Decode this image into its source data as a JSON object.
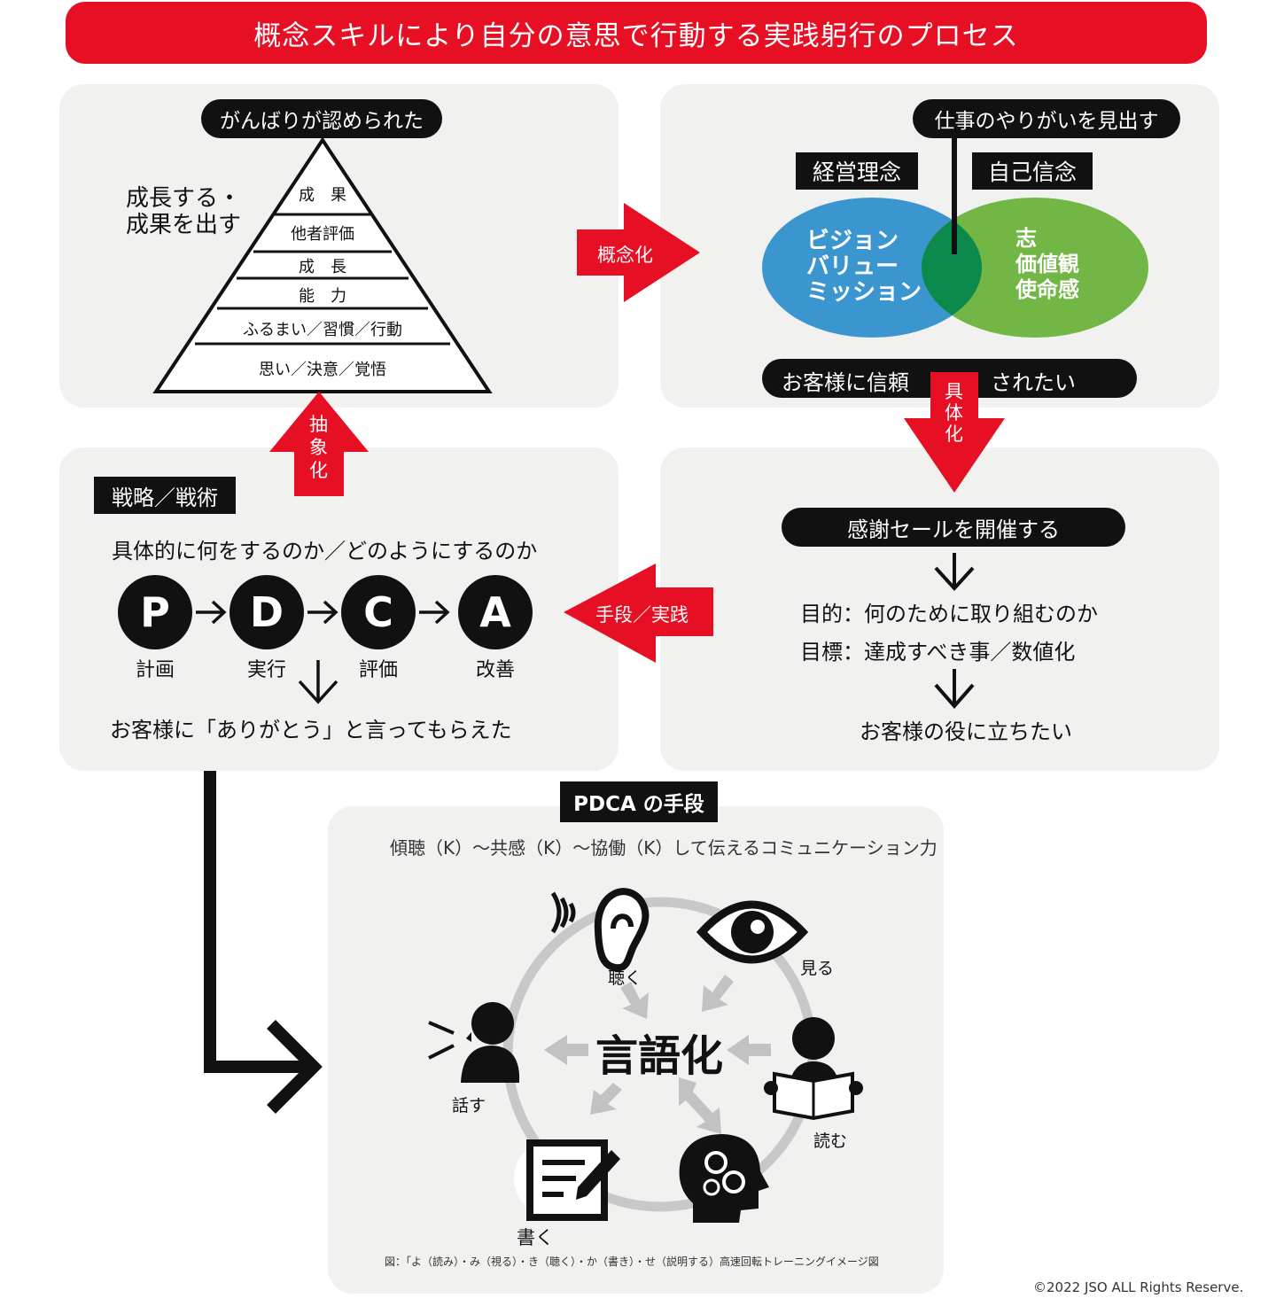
{
  "title": "概念スキルにより自分の意思で行動する実践躬行のプロセス",
  "top_left": {
    "pill": "がんばりが認められた",
    "side_label_1": "成長する・",
    "side_label_2": "成果を出す",
    "pyramid_levels": [
      "成　果",
      "他者評価",
      "成　長",
      "能　力",
      "ふるまい／習慣／行動",
      "思い／決意／覚悟"
    ]
  },
  "top_right": {
    "pill_top": "仕事のやりがいを見出す",
    "tag_left": "経営理念",
    "tag_right": "自己信念",
    "circle_left_lines": [
      "ビジョン",
      "バリュー",
      "ミッション"
    ],
    "circle_right_lines": [
      "志",
      "価値観",
      "使命感"
    ],
    "bottom_left": "お客様に信頼",
    "bottom_right": "されたい",
    "colors": {
      "blue": "#3b95cf",
      "green": "#72b646",
      "overlap": "#0b8a4b"
    }
  },
  "arrows": {
    "conceptualize": "概念化",
    "concretize": "具体化",
    "abstract": "抽象化",
    "means": "手段／実践",
    "color": "#e60f24"
  },
  "bottom_right": {
    "pill": "感謝セールを開催する",
    "purpose": "目的：何のために取り組むのか",
    "goal": "目標：達成すべき事／数値化",
    "result": "お客様の役に立ちたい"
  },
  "bottom_left": {
    "tag": "戦略／戦術",
    "heading": "具体的に何をするのか／どのようにするのか",
    "pdca": [
      {
        "letter": "P",
        "label": "計画"
      },
      {
        "letter": "D",
        "label": "実行"
      },
      {
        "letter": "C",
        "label": "評価"
      },
      {
        "letter": "A",
        "label": "改善"
      }
    ],
    "result": "お客様に「ありがとう」と言ってもらえた"
  },
  "pdca_means": {
    "tag": "PDCA の手段",
    "subtitle": "傾聴（K）～共感（K）～協働（K）して伝えるコミュニケーション力",
    "center": "言語化",
    "nodes": {
      "listen": "聴く",
      "see": "見る",
      "read": "読む",
      "write": "書く",
      "speak": "話す"
    },
    "caption": "図：「よ（読み）・み（視る）・き（聴く）・か（書き）・せ（説明する）高速回転トレーニングイメージ図"
  },
  "copyright": "©2022 JSO ALL Rights Reserve."
}
